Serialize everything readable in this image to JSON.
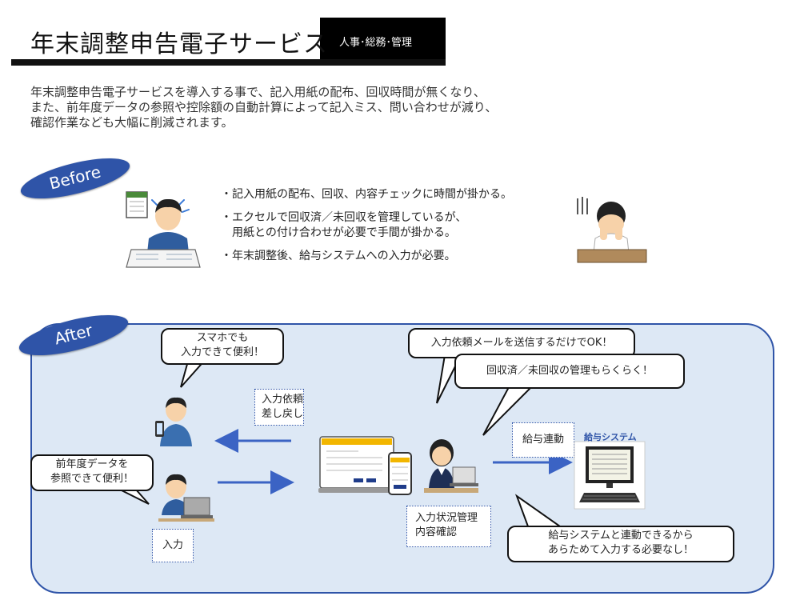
{
  "header": {
    "title": "年末調整申告電子サービス",
    "tag": "人事･総務･管理"
  },
  "intro": {
    "lines": [
      "年末調整申告電子サービスを導入する事で、記入用紙の配布、回収時間が無くなり、",
      "また、前年度データの参照や控除額の自動計算によって記入ミス、問い合わせが減り、",
      "確認作業なども大幅に削減されます。"
    ]
  },
  "before": {
    "label": "Before",
    "bullets": [
      [
        "・記入用紙の配布、回収、内容チェックに時間が掛かる。"
      ],
      [
        "・エクセルで回収済／未回収を管理しているが、",
        "　用紙との付け合わせが必要で手間が掛かる。"
      ],
      [
        "・年末調整後、給与システムへの入力が必要。"
      ]
    ]
  },
  "after": {
    "label": "After",
    "bubble_phone": [
      "スマホでも",
      "入力できて便利！"
    ],
    "bubble_prev": [
      "前年度データを",
      "参照できて便利！"
    ],
    "box_request": [
      "入力依頼",
      "差し戻し"
    ],
    "box_input": "入力",
    "bubble_mail": "入力依頼メールを送信するだけでOK！",
    "bubble_manage": "回収済／未回収の管理もらくらく！",
    "box_link": "給与連動",
    "system_title": "給与システム",
    "box_status": [
      "入力状況管理",
      "内容確認"
    ],
    "bubble_system": [
      "給与システムと連動できるから",
      "あらためて入力する必要なし！"
    ]
  },
  "colors": {
    "accent": "#2f54a8",
    "panel_bg": "#dde8f5",
    "arrow": "#3b63c4"
  }
}
